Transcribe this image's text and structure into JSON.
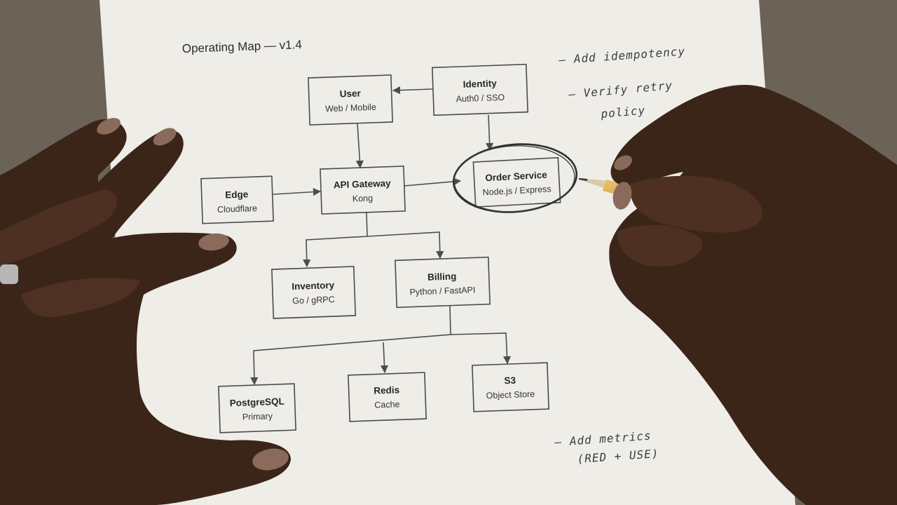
{
  "heading": "Operating Map — v1.4",
  "nodes": {
    "user": {
      "title": "User",
      "sub": "Web / Mobile"
    },
    "identity": {
      "title": "Identity",
      "sub": "Auth0 / SSO"
    },
    "edge": {
      "title": "Edge",
      "sub": "Cloudflare"
    },
    "api_gateway": {
      "title": "API Gateway",
      "sub": "Kong"
    },
    "order_service": {
      "title": "Order Service",
      "sub": "Node.js / Express"
    },
    "inventory": {
      "title": "Inventory",
      "sub": "Go / gRPC"
    },
    "billing": {
      "title": "Billing",
      "sub": "Python / FastAPI"
    },
    "postgresql": {
      "title": "PostgreSQL",
      "sub": "Primary"
    },
    "redis": {
      "title": "Redis",
      "sub": "Cache"
    },
    "s3": {
      "title": "S3",
      "sub": "Object Store"
    }
  },
  "notes": {
    "n1": "— Add idempotency",
    "n2a": "— Verify retry",
    "n2b": "policy",
    "n3a": "— Add metrics",
    "n3b": "(RED + USE)"
  },
  "colors": {
    "background": "#6b6258",
    "paper": "#efede8",
    "ink": "#4a4a4a",
    "skin": "#3b2519",
    "pen_gold": "#c9993c"
  }
}
